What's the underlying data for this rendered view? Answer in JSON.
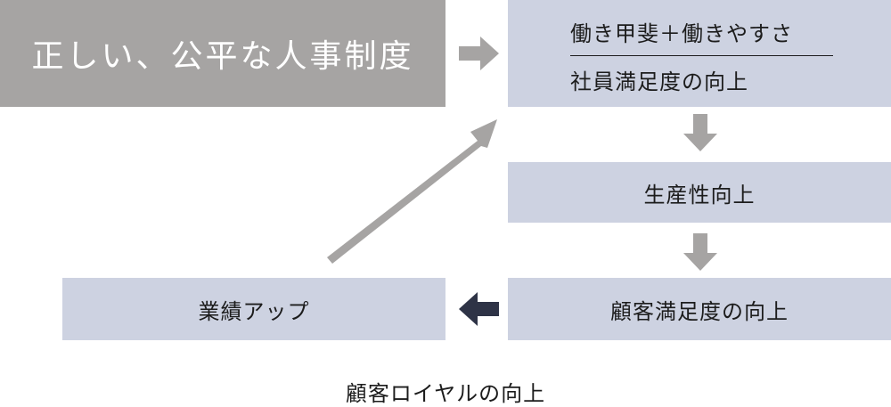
{
  "boxes": {
    "source": "正しい、公平な人事制度",
    "top_line1": "働き甲斐＋働きやすさ",
    "top_line2": "社員満足度の向上",
    "productivity": "生産性向上",
    "customer_satisfaction": "顧客満足度の向上",
    "performance": "業績アップ"
  },
  "caption": "顧客ロイヤルの向上",
  "colors": {
    "grey_box": "#a6a4a3",
    "lavender_box": "#cdd2e1",
    "grey_arrow": "#a6a4a3",
    "dark_arrow": "#2e3346"
  }
}
